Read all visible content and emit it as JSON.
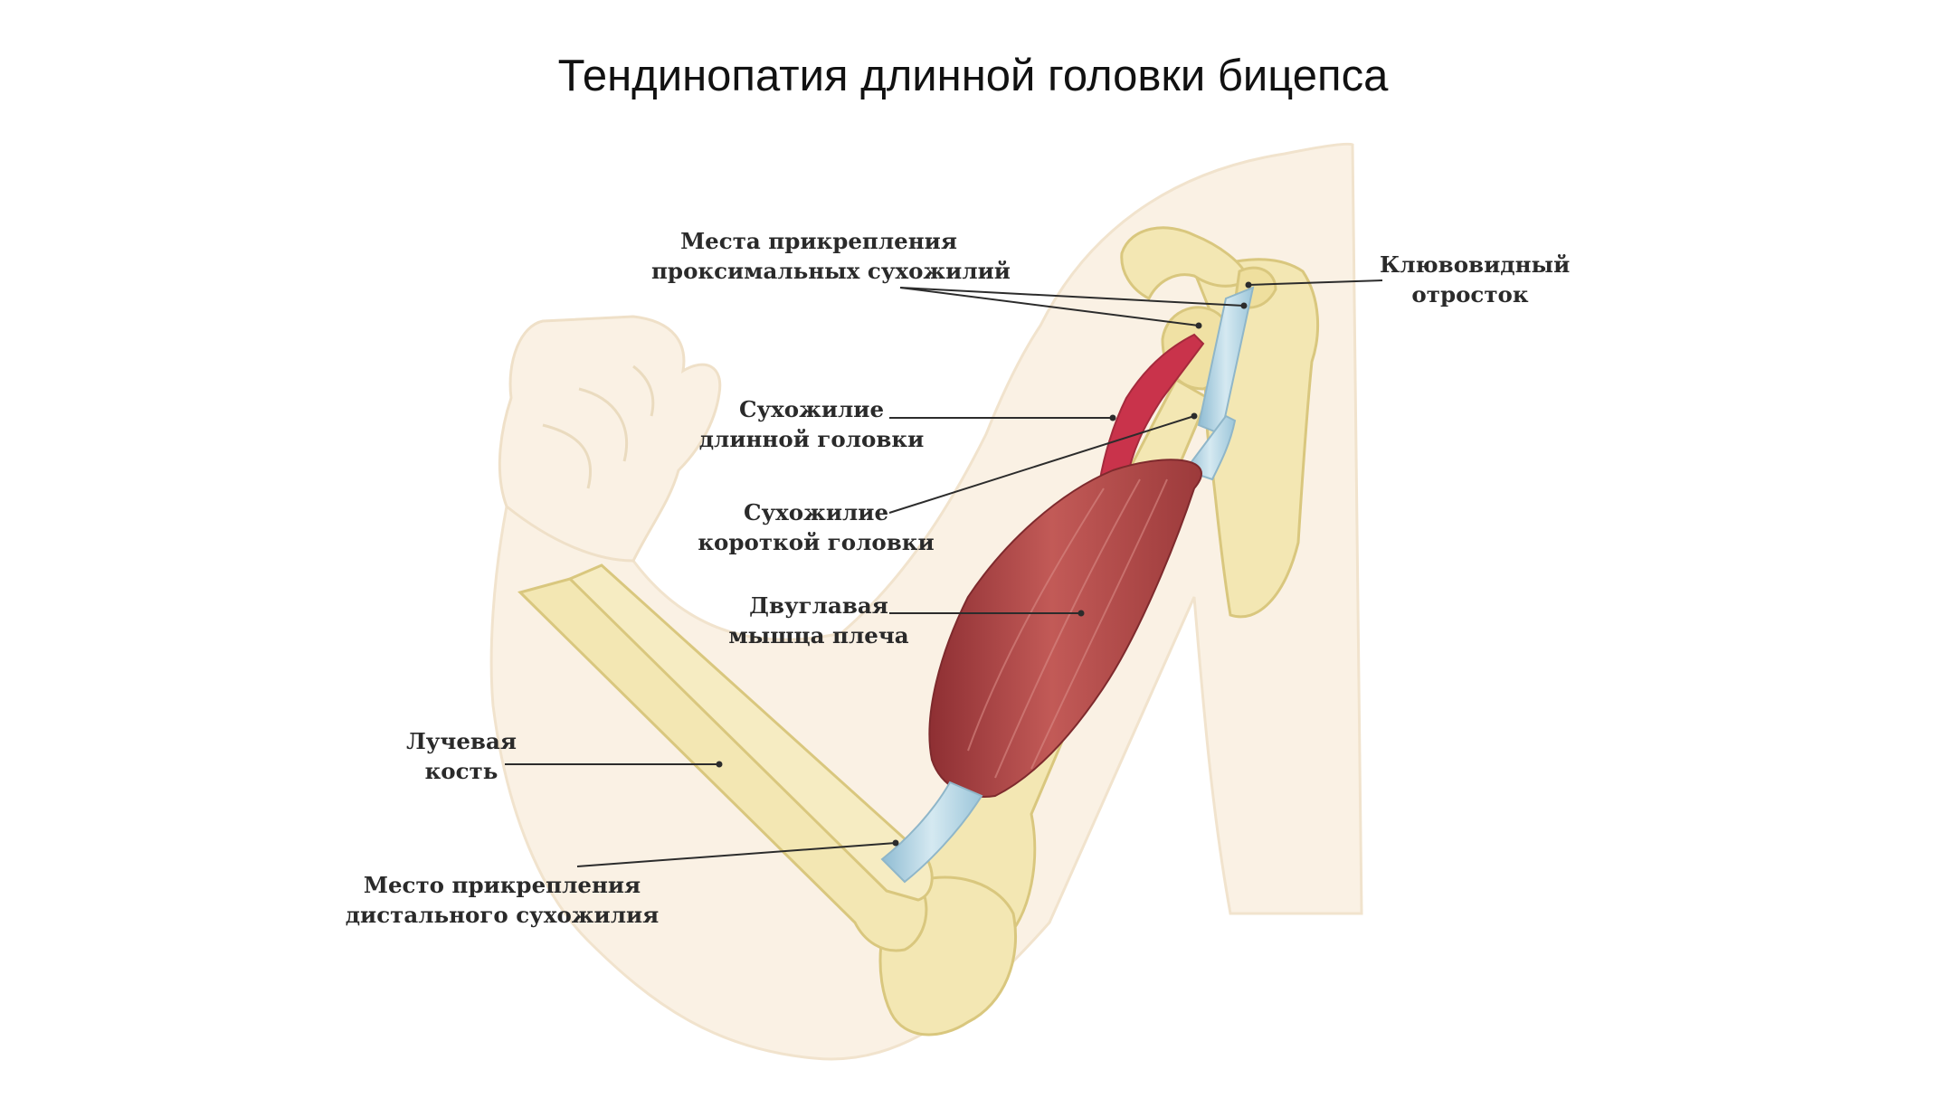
{
  "title": "Тендинопатия длинной головки бицепса",
  "labels": {
    "proximal": {
      "line1": "Места прикрепления",
      "line2": "проксимальных сухожилий"
    },
    "coracoid": {
      "line1": "Клювовидный",
      "line2": "отросток"
    },
    "long_head": {
      "line1": "Сухожилие",
      "line2": "длинной головки"
    },
    "short_head": {
      "line1": "Сухожилие",
      "line2": "короткой головки"
    },
    "biceps": {
      "line1": "Двуглавая",
      "line2": "мышца плеча"
    },
    "radius": {
      "line1": "Лучевая",
      "line2": "кость"
    },
    "distal": {
      "line1": "Место прикрепления",
      "line2": "дистального сухожилия"
    }
  },
  "colors": {
    "skin": "#faf1e4",
    "skin_outline": "#f1e3cd",
    "bone": "#f3e7b3",
    "bone_outline": "#d9c77e",
    "muscle": "#b54a4a",
    "tendon": "#a9cfe0",
    "inflamed": "#d2324c",
    "leader": "#2c2c2c"
  }
}
